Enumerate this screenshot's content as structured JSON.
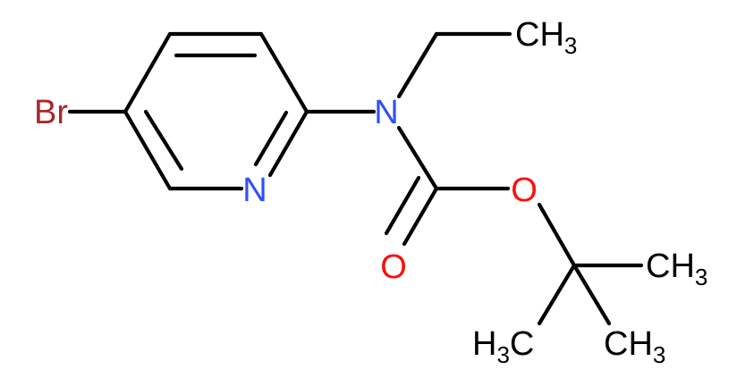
{
  "molecule": {
    "atoms": {
      "br": {
        "symbol": "Br",
        "color": "#a52a2a"
      },
      "n_ring": {
        "symbol": "N",
        "color": "#3050f8"
      },
      "n_amide": {
        "symbol": "N",
        "color": "#3050f8"
      },
      "o_ester": {
        "symbol": "O",
        "color": "#ff0d0d"
      },
      "o_carbonyl": {
        "symbol": "O",
        "color": "#ff0d0d"
      },
      "ch3_ethyl": {
        "main": "CH",
        "sub": "3",
        "color": "#000000"
      },
      "ch3_right": {
        "main": "CH",
        "sub": "3",
        "color": "#000000"
      },
      "ch3_bottom_left": {
        "main": "H",
        "sub": "3",
        "tail": "C",
        "color": "#000000"
      },
      "ch3_bottom_right": {
        "main": "CH",
        "sub": "3",
        "color": "#000000"
      }
    },
    "bond_color": "#000000"
  }
}
